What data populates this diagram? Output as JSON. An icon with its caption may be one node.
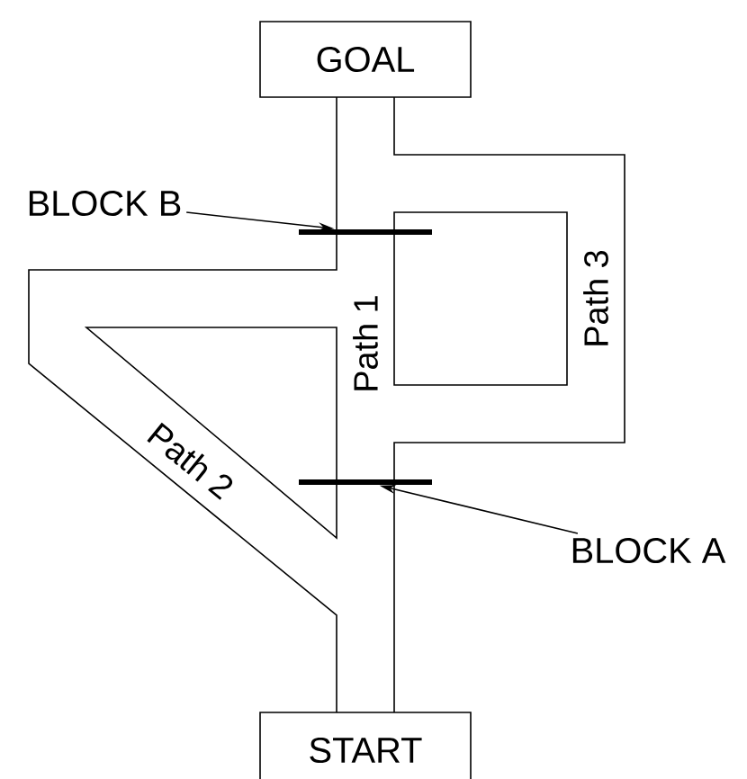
{
  "diagram": {
    "nodes": [
      {
        "text": [
          "GOAL"
        ]
      },
      {
        "text": [
          "BLOCK B"
        ]
      },
      {
        "text": [],
        "shape": "bar"
      },
      {
        "text": [],
        "shape": "bar"
      },
      {
        "text": [
          "BLOCK A"
        ]
      },
      {
        "text": [
          "START"
        ]
      }
    ],
    "edges": [
      {
        "from": 1,
        "to": 2,
        "arrow": "to"
      },
      {
        "from": 4,
        "to": 3,
        "arrow": "to"
      }
    ],
    "labels": [
      "Path 1",
      "Path 3",
      "Path 2"
    ]
  }
}
